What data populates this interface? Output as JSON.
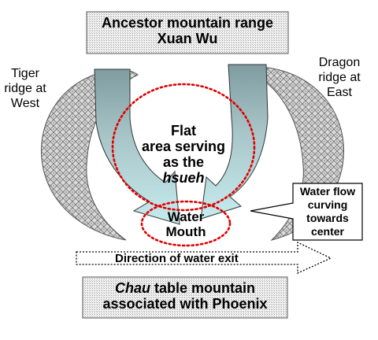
{
  "top_box": {
    "line1": "Ancestor mountain range",
    "line2": "Xuan Wu"
  },
  "tiger_label": {
    "line1": "Tiger",
    "line2": "ridge at",
    "line3": "West"
  },
  "dragon_label": {
    "line1": "Dragon",
    "line2": "ridge at",
    "line3": "East"
  },
  "flat_area": {
    "line1": "Flat",
    "line2": "area serving",
    "line3": "as the",
    "line4": "hsueh"
  },
  "water_mouth": {
    "line1": "Water",
    "line2": "Mouth"
  },
  "callout": {
    "line1": "Water flow",
    "line2": "curving",
    "line3": "towards",
    "line4": "center"
  },
  "exit_arrow": {
    "label": "Direction of water exit"
  },
  "bottom_box": {
    "line1_italic": "Chau",
    "line1_rest": " table mountain",
    "line2": "associated with Phoenix"
  },
  "colors": {
    "box_fill": "#e8e8e8",
    "ridge_fill": "#d0d0d0",
    "water_arrow_fill": "#bfe3e6",
    "water_arrow_shade": "#8fa8ac",
    "dotted_red": "#e00000"
  }
}
